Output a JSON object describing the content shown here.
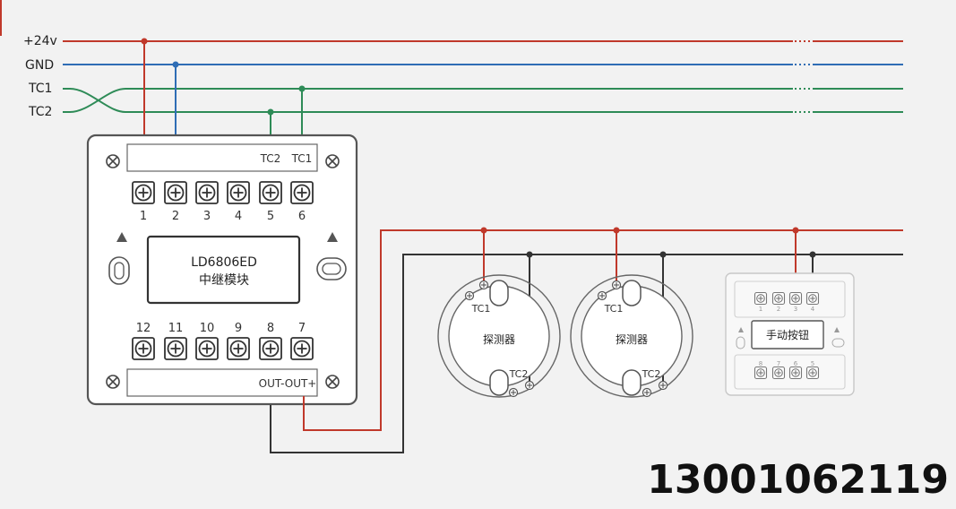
{
  "bus_lines": [
    {
      "label": "+24v",
      "color": "#c0392b"
    },
    {
      "label": "GND",
      "color": "#2f6db5"
    },
    {
      "label": "TC1",
      "color": "#2e8b57"
    },
    {
      "label": "TC2",
      "color": "#2e8b57"
    }
  ],
  "module": {
    "top_labels": {
      "tc2": "TC2",
      "tc1": "TC1"
    },
    "top_terminals": [
      "1",
      "2",
      "3",
      "4",
      "5",
      "6"
    ],
    "bottom_terminals": [
      "12",
      "11",
      "10",
      "9",
      "8",
      "7"
    ],
    "model": "LD6806ED",
    "name": "中继模块",
    "out_label": "OUT-OUT+"
  },
  "detectors": [
    {
      "label": "探测器",
      "tc1": "TC1",
      "tc2": "TC2"
    },
    {
      "label": "探测器",
      "tc1": "TC1",
      "tc2": "TC2"
    }
  ],
  "manual_button": {
    "label": "手动按钮",
    "top_terminals": [
      "1",
      "2",
      "3",
      "4"
    ],
    "bottom_terminals": [
      "8",
      "7",
      "6",
      "5"
    ]
  },
  "phone": "13001062119",
  "colors": {
    "red": "#c0392b",
    "blue": "#2f6db5",
    "green": "#2e8b57",
    "black": "#333333"
  }
}
